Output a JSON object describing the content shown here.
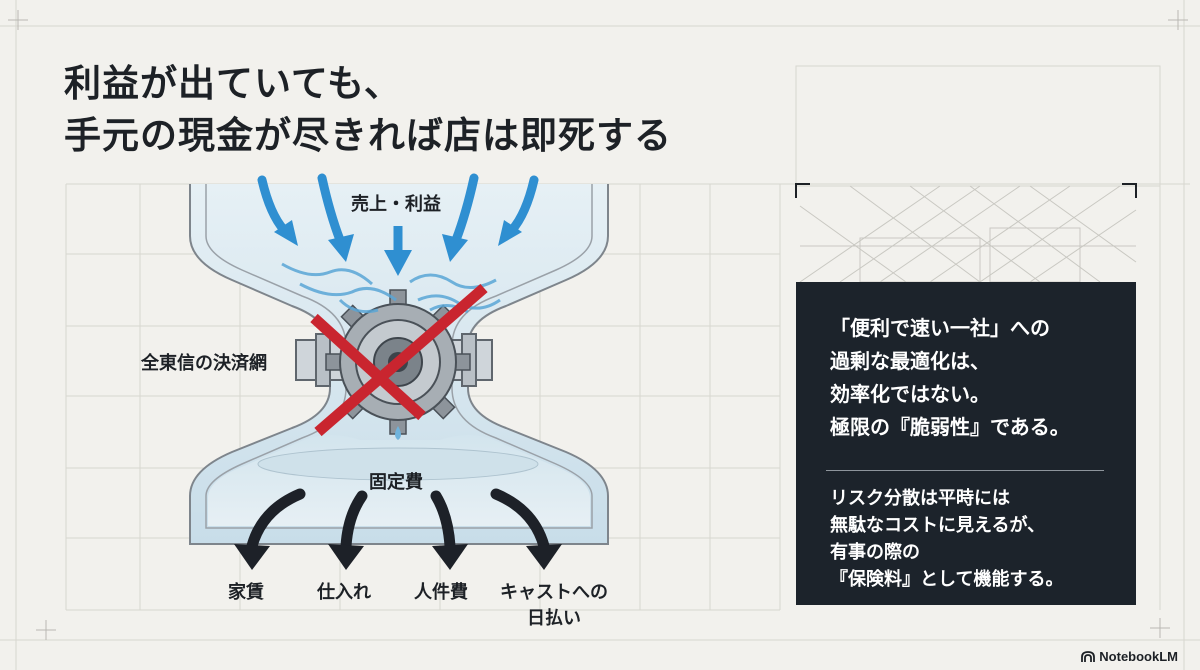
{
  "title": {
    "line1": "利益が出ていても、",
    "line2": "手元の現金が尽きれば店は即死する"
  },
  "diagram": {
    "inflow_label": "売上・利益",
    "network_label": "全東信の決済網",
    "fixed_cost_label": "固定費",
    "outflows": [
      {
        "label": "家賃"
      },
      {
        "label": "仕入れ"
      },
      {
        "label": "人件費"
      },
      {
        "label_line1": "キャストへの",
        "label_line2": "日払い"
      }
    ],
    "colors": {
      "inflow_arrow": "#2f8fd1",
      "outflow_arrow": "#1d2128",
      "cross": "#c9252f",
      "vessel_fill": "#d9e8f0"
    }
  },
  "panel": {
    "lines_main": [
      "「便利で速い一社」への",
      "過剰な最適化は、",
      "効率化ではない。",
      "極限の『脆弱性』である。"
    ],
    "lines_sub": [
      "リスク分散は平時には",
      "無駄なコストに見えるが、",
      "有事の際の",
      "『保険料』として機能する。"
    ],
    "background": "#1c232b"
  },
  "brand": {
    "name": "NotebookLM",
    "icon": "notebooklm-logo-icon"
  }
}
